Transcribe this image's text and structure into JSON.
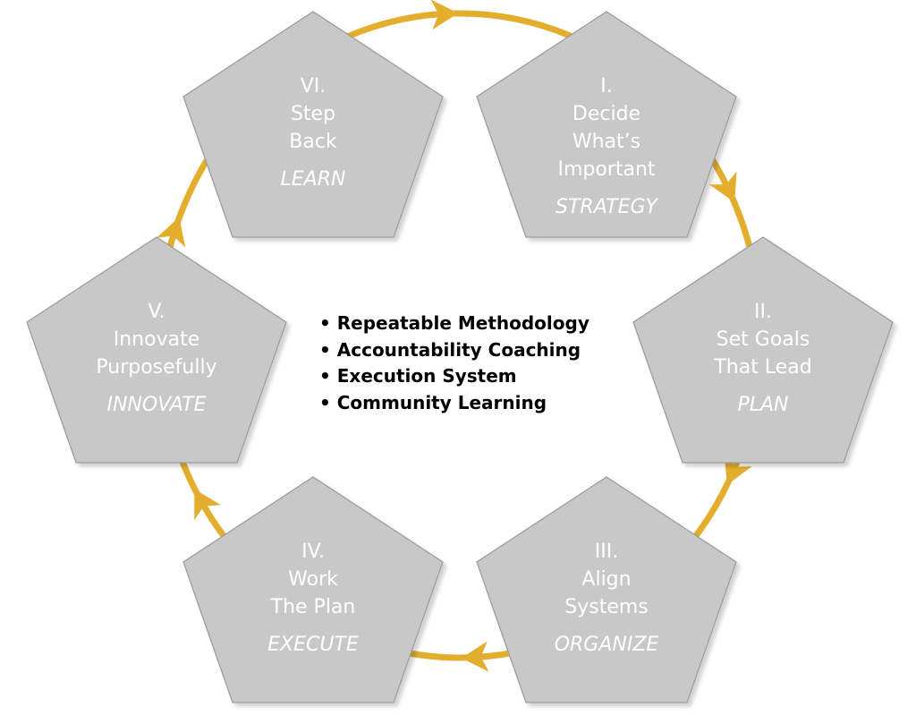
{
  "colors": {
    "ring": "#E3AE2D",
    "pentagon_fill": "#C8C8C8",
    "pentagon_stroke": "#9A9A9A",
    "text": "#FFFFFF"
  },
  "steps": [
    {
      "numeral": "I.",
      "lines": [
        "Decide",
        "What’s",
        "Important"
      ],
      "label": "STRATEGY"
    },
    {
      "numeral": "II.",
      "lines": [
        "Set Goals",
        "That Lead"
      ],
      "label": "PLAN"
    },
    {
      "numeral": "III.",
      "lines": [
        "Align",
        "Systems"
      ],
      "label": "ORGANIZE"
    },
    {
      "numeral": "IV.",
      "lines": [
        "Work",
        "The Plan"
      ],
      "label": "EXECUTE"
    },
    {
      "numeral": "V.",
      "lines": [
        "Innovate",
        "Purposefully"
      ],
      "label": "INNOVATE"
    },
    {
      "numeral": "VI.",
      "lines": [
        "Step",
        "Back"
      ],
      "label": "LEARN"
    }
  ],
  "center_list": [
    "Repeatable Methodology",
    "Accountability Coaching",
    "Execution System",
    "Community Learning"
  ]
}
